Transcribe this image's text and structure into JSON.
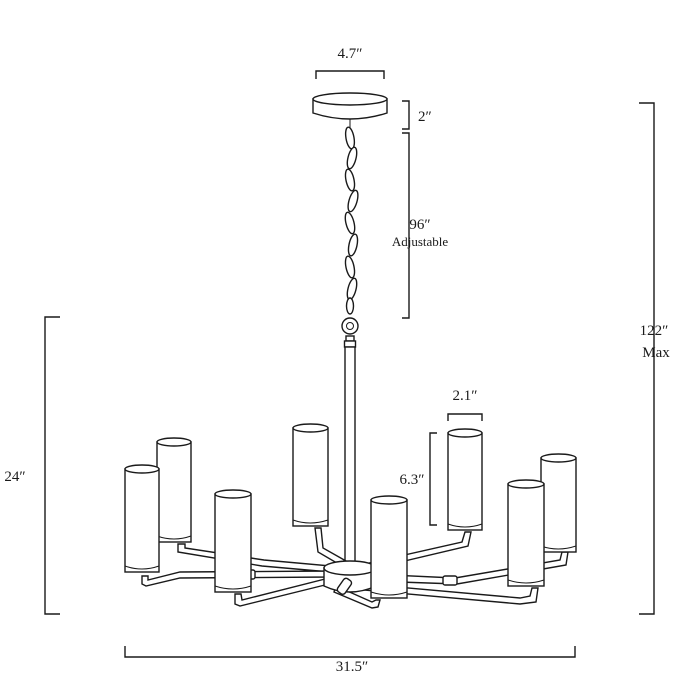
{
  "dimensions": {
    "canopy_width": "4.7″",
    "canopy_height": "2″",
    "chain_length": "96″",
    "chain_note": "Adjustable",
    "overall_height_max": "122″",
    "overall_height_max_note": "Max",
    "fixture_height": "24″",
    "shade_width": "2.1″",
    "shade_height": "6.3″",
    "overall_width": "31.5″"
  },
  "colors": {
    "line": "#1a1a1a",
    "background": "#ffffff"
  }
}
